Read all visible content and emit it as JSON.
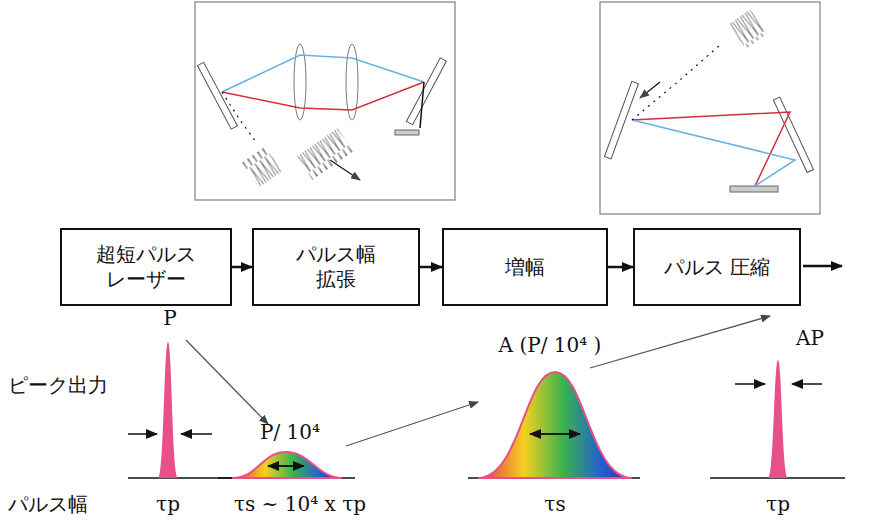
{
  "diagram": {
    "nodes": [
      {
        "text": [
          "超短パルス レーザー"
        ]
      },
      {
        "text": [
          "パルス幅 拡張"
        ]
      },
      {
        "text": [
          "増幅"
        ]
      },
      {
        "text": [
          "パルス 圧縮"
        ]
      }
    ],
    "edges": [
      {
        "from": 0,
        "to": 1,
        "arrow": "to"
      },
      {
        "from": 1,
        "to": 2,
        "arrow": "to"
      },
      {
        "from": 2,
        "to": 3,
        "arrow": "to"
      }
    ],
    "labels": [
      "ピーク出力",
      "パルス幅",
      "P",
      "P/ 10⁴",
      "A (P/ 10⁴ )",
      "AP",
      "τp",
      "τs ~ 10⁴ x τp",
      "τs",
      "τp"
    ]
  }
}
